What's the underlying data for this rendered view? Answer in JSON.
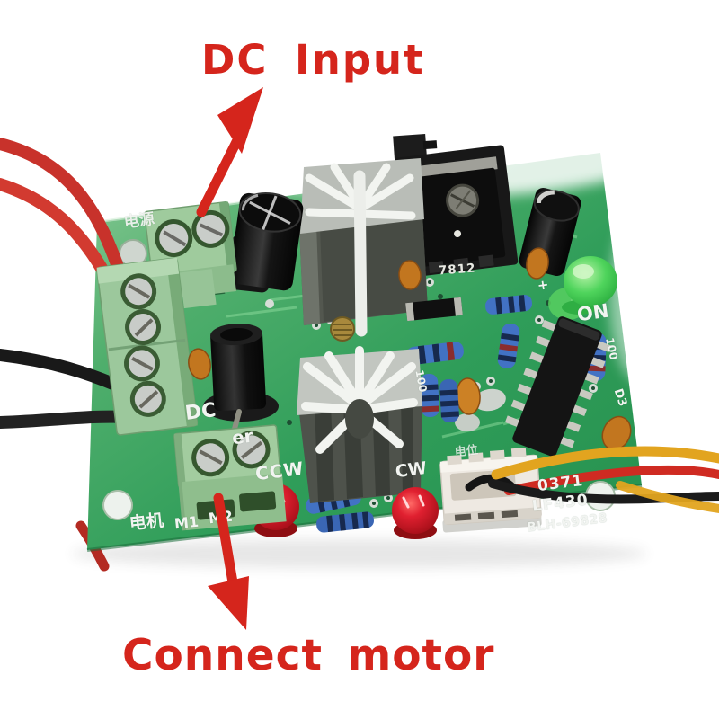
{
  "annotations": {
    "dc_input": "DC Input",
    "connect_motor": "Connect motor"
  },
  "board": {
    "silkscreen": {
      "power_cn": "电源",
      "dc": "DC",
      "er": "er",
      "ccw": "CCW",
      "cw": "CW",
      "motor_cn": "电机",
      "m1": "M1",
      "m2": "M2",
      "on": "ON",
      "plus": "+",
      "regulator": "7812",
      "res_value_left": "100",
      "res_value_right": "100",
      "d3": "D3",
      "code_line1": "0371",
      "code_line2": "LF430",
      "code_line3": "BLH-69828",
      "pot_cn": "电位"
    },
    "colors": {
      "pcb_green": "#2e9c58",
      "terminal_green": "#9cc89c",
      "annotation_red": "#d5251c",
      "wire_red": "#c8322b",
      "wire_black": "#1b1b1b",
      "wire_yellow": "#e2a41f",
      "led_red": "#cf1822",
      "led_green": "#3ec94f",
      "resistor_blue": "#3f6fc0",
      "capacitor_orange": "#c2761f",
      "heatsink_silver": "#c2c6c0"
    }
  }
}
